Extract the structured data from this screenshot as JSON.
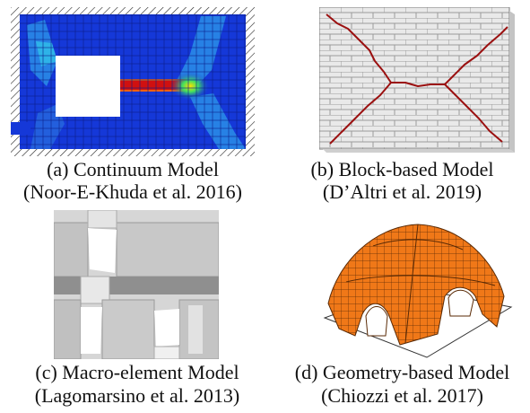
{
  "figure": {
    "panels": [
      {
        "caption": "(a) Continuum Model",
        "citation": "(Noor-E-Khuda et al. 2016)"
      },
      {
        "caption": "(b) Block-based Model",
        "citation": "(D’Altri et al. 2019)"
      },
      {
        "caption": "(c) Macro-element Model",
        "citation": "(Lagomarsino et al. 2013)"
      },
      {
        "caption": "(d) Geometry-based Model",
        "citation": "(Chiozzi et al. 2017)"
      }
    ],
    "colors": {
      "fe_blue": "#1538d8",
      "fe_dark_blue": "#0a1fb0",
      "crack_red": "#d01010",
      "brick_fill": "#e8e8e8",
      "brick_crack": "#9b1010",
      "macro_gray": "#bdbdbd",
      "macro_dark": "#8a8a8a",
      "vault_orange": "#f07818"
    }
  }
}
